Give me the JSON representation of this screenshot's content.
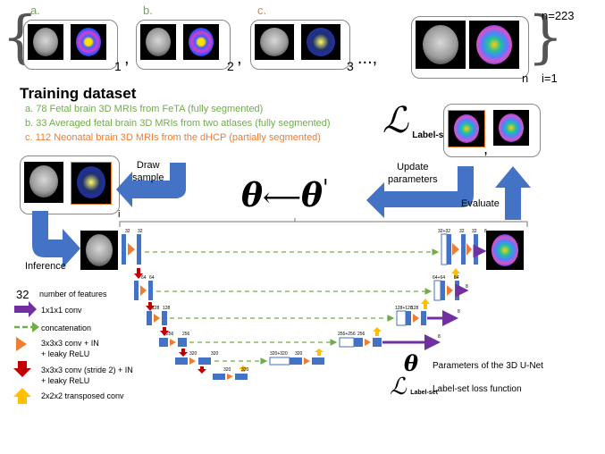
{
  "dataset_labels": {
    "a": "a.",
    "b": "b.",
    "c": "c."
  },
  "subscripts": {
    "s1": "1",
    "s2": "2",
    "s3": "3",
    "sn": "n"
  },
  "ellipsis": "...,",
  "set_bounds": {
    "upper": "n=223",
    "lower": "i=1"
  },
  "training": {
    "title": "Training dataset",
    "items": [
      "a.   78 Fetal brain 3D MRIs from FeTA (fully segmented)",
      "b.   33 Averaged fetal brain 3D MRIs from two atlases (fully segmented)",
      "c.   112 Neonatal brain 3D MRIs from the dHCP (partially segmented)"
    ]
  },
  "loss_symbol": {
    "main": "ℒ",
    "sub": "Label-set"
  },
  "arrows": {
    "draw_sample": "Draw\nsample",
    "update_parameters": "Update\nparameters",
    "evaluate": "Evaluate",
    "inference": "Inference",
    "i_label": "i"
  },
  "update_rule": {
    "left": "θ",
    "arrow": "⟵",
    "right": "θ",
    "prime": "'"
  },
  "unet_feature_labels": {
    "l1_left": [
      "32",
      "32"
    ],
    "l1_right": [
      "32+32",
      "32",
      "32"
    ],
    "l2_left": [
      "64",
      "64"
    ],
    "l2_right": [
      "64+64",
      "64",
      "64"
    ],
    "l3_left": [
      "128",
      "128"
    ],
    "l3_right": [
      "128+128",
      "128",
      "128"
    ],
    "l4_left": [
      "256",
      "256"
    ],
    "l4_right": [
      "256+256",
      "256",
      "256"
    ],
    "l5_left": [
      "320",
      "320"
    ],
    "l5_right": [
      "320+320",
      "320",
      "320"
    ],
    "l6": [
      "320",
      "320"
    ],
    "out": "8"
  },
  "legend": [
    {
      "symbol": "32",
      "text": "number of features"
    },
    {
      "symbol": "purple-arrow-icon",
      "text": "1x1x1 conv"
    },
    {
      "symbol": "green-dashed-arrow-icon",
      "text": "concatenation"
    },
    {
      "symbol": "orange-triangle-icon",
      "text": "3x3x3 conv + IN\n+ leaky ReLU"
    },
    {
      "symbol": "red-down-arrow-icon",
      "text": "3x3x3 conv (stride 2) + IN\n+ leaky ReLU"
    },
    {
      "symbol": "yellow-up-arrow-icon",
      "text": "2x2x2 transposed conv"
    }
  ],
  "right_legend": [
    {
      "symbol": "θ",
      "text": "Parameters of the 3D U-Net"
    },
    {
      "symbol": "ℒ",
      "sub": "Label-set",
      "text": "Label-set loss function"
    }
  ],
  "colors": {
    "green": "#70ad47",
    "orange": "#ed7d31",
    "blue": "#4472c4",
    "purple": "#7030a0",
    "red": "#c00000",
    "yellow": "#ffc000"
  }
}
